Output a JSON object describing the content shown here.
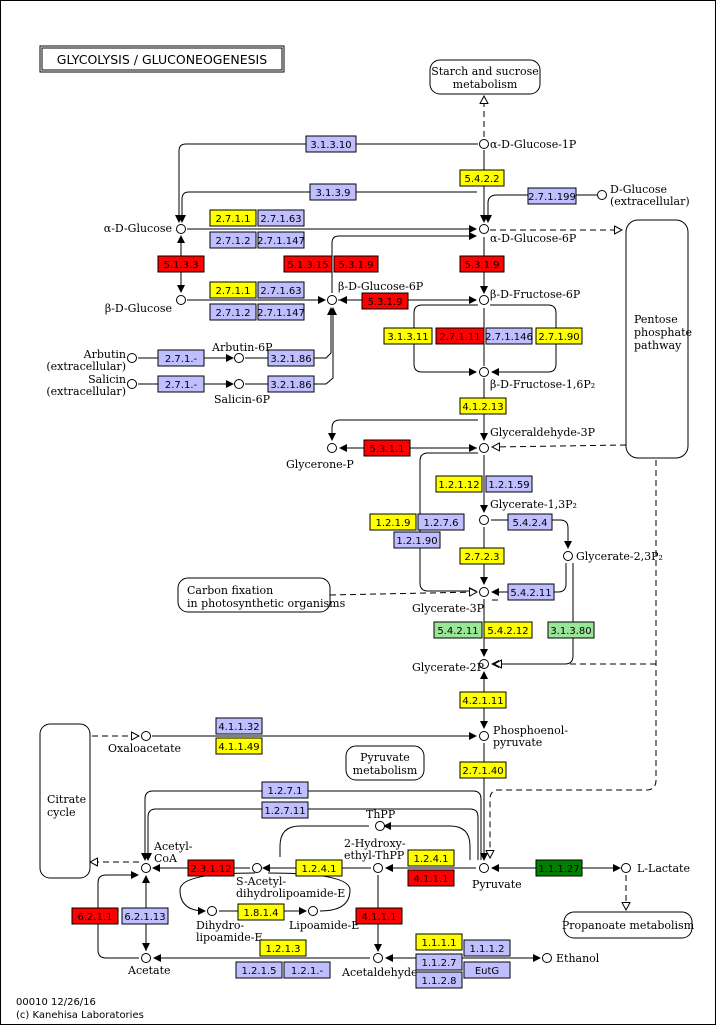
{
  "title": "GLYCOLYSIS / GLUCONEOGENESIS",
  "footer": {
    "code_date": "00010 12/26/16",
    "copyright": "(c) Kanehisa Laboratories"
  },
  "colors": {
    "blue": "#bfbfff",
    "yellow": "#ffff00",
    "red": "#ff0000",
    "light_green": "#99e699",
    "dark_green": "#008000"
  },
  "maps": {
    "starch": [
      "Starch and sucrose",
      "metabolism"
    ],
    "pentose": [
      "Pentose",
      "phosphate",
      "pathway"
    ],
    "carbon": [
      "Carbon fixation",
      "in photosynthetic organisms"
    ],
    "citrate": [
      "Citrate",
      "cycle"
    ],
    "pyruvate": [
      "Pyruvate",
      "metabolism"
    ],
    "propanoate": [
      "Propanoate metabolism"
    ]
  },
  "compounds": {
    "a_glc1p": "α-D-Glucose-1P",
    "d_glucose": [
      "D-Glucose",
      "(extracellular)"
    ],
    "a_glucose": "α-D-Glucose",
    "a_glc6p": "α-D-Glucose-6P",
    "b_glucose": "β-D-Glucose",
    "b_glc6p": "β-D-Glucose-6P",
    "b_fru6p": "β-D-Fructose-6P",
    "arbutin": [
      "Arbutin",
      "(extracellular)"
    ],
    "arbutin6p": "Arbutin-6P",
    "salicin": [
      "Salicin",
      "(extracellular)"
    ],
    "salicin6p": "Salicin-6P",
    "b_fru16p": "β-D-Fructose-1,6P₂",
    "g3p": "Glyceraldehyde-3P",
    "glyceronep": "Glycerone-P",
    "g13p": "Glycerate-1,3P₂",
    "g23p": "Glycerate-2,3P₂",
    "g3p2": "Glycerate-3P",
    "g2p": "Glycerate-2P",
    "pep": [
      "Phosphoenol-",
      "pyruvate"
    ],
    "oxaloacetate": "Oxaloacetate",
    "thpp": "ThPP",
    "hydroxyethyl": [
      "2-Hydroxy-",
      "ethyl-ThPP"
    ],
    "acetylcoa": [
      "Acetyl-",
      "CoA"
    ],
    "sacetyl": [
      "S-Acetyl-",
      "dihydrolipoamide-E"
    ],
    "pyruvate": "Pyruvate",
    "llactate": "L-Lactate",
    "dihydrolipo": [
      "Dihydro-",
      "lipoamide-E"
    ],
    "lipoamide": "Lipoamide-E",
    "acetate": "Acetate",
    "acetaldehyde": "Acetaldehyde",
    "ethanol": "Ethanol"
  },
  "enzymes": [
    {
      "label": "3.1.3.10",
      "color": "blue"
    },
    {
      "label": "5.4.2.2",
      "color": "yellow"
    },
    {
      "label": "2.7.1.199",
      "color": "blue"
    },
    {
      "label": "3.1.3.9",
      "color": "blue"
    },
    {
      "label": "2.7.1.1",
      "color": "yellow"
    },
    {
      "label": "2.7.1.63",
      "color": "blue"
    },
    {
      "label": "2.7.1.2",
      "color": "blue"
    },
    {
      "label": "2.7.1.147",
      "color": "blue"
    },
    {
      "label": "5.1.3.3",
      "color": "red"
    },
    {
      "label": "5.1.3.15",
      "color": "red"
    },
    {
      "label": "5.3.1.9",
      "color": "red"
    },
    {
      "label": "5.3.1.9",
      "color": "red"
    },
    {
      "label": "2.7.1.1",
      "color": "yellow"
    },
    {
      "label": "2.7.1.63",
      "color": "blue"
    },
    {
      "label": "2.7.1.2",
      "color": "blue"
    },
    {
      "label": "2.7.1.147",
      "color": "blue"
    },
    {
      "label": "5.3.1.9",
      "color": "red"
    },
    {
      "label": "3.1.3.11",
      "color": "yellow"
    },
    {
      "label": "2.7.1.11",
      "color": "red"
    },
    {
      "label": "2.7.1.146",
      "color": "blue"
    },
    {
      "label": "2.7.1.90",
      "color": "yellow"
    },
    {
      "label": "2.7.1.-",
      "color": "blue"
    },
    {
      "label": "3.2.1.86",
      "color": "blue"
    },
    {
      "label": "2.7.1.-",
      "color": "blue"
    },
    {
      "label": "3.2.1.86",
      "color": "blue"
    },
    {
      "label": "4.1.2.13",
      "color": "yellow"
    },
    {
      "label": "5.3.1.1",
      "color": "red"
    },
    {
      "label": "1.2.1.12",
      "color": "yellow"
    },
    {
      "label": "1.2.1.59",
      "color": "blue"
    },
    {
      "label": "1.2.1.9",
      "color": "yellow"
    },
    {
      "label": "1.2.7.6",
      "color": "blue"
    },
    {
      "label": "5.4.2.4",
      "color": "blue"
    },
    {
      "label": "1.2.1.90",
      "color": "blue"
    },
    {
      "label": "2.7.2.3",
      "color": "yellow"
    },
    {
      "label": "5.4.2.11",
      "color": "blue"
    },
    {
      "label": "5.4.2.11",
      "color": "light_green"
    },
    {
      "label": "5.4.2.12",
      "color": "yellow"
    },
    {
      "label": "3.1.3.80",
      "color": "light_green"
    },
    {
      "label": "4.2.1.11",
      "color": "yellow"
    },
    {
      "label": "4.1.1.32",
      "color": "blue"
    },
    {
      "label": "4.1.1.49",
      "color": "yellow"
    },
    {
      "label": "2.7.1.40",
      "color": "yellow"
    },
    {
      "label": "1.2.7.1",
      "color": "blue"
    },
    {
      "label": "1.2.7.11",
      "color": "blue"
    },
    {
      "label": "2.3.1.12",
      "color": "red"
    },
    {
      "label": "1.2.4.1",
      "color": "yellow"
    },
    {
      "label": "1.2.4.1",
      "color": "yellow"
    },
    {
      "label": "4.1.1.1",
      "color": "red"
    },
    {
      "label": "1.1.1.27",
      "color": "dark_green"
    },
    {
      "label": "6.2.1.1",
      "color": "red"
    },
    {
      "label": "6.2.1.13",
      "color": "blue"
    },
    {
      "label": "1.8.1.4",
      "color": "yellow"
    },
    {
      "label": "4.1.1.1",
      "color": "red"
    },
    {
      "label": "1.2.1.3",
      "color": "yellow"
    },
    {
      "label": "1.2.1.5",
      "color": "blue"
    },
    {
      "label": "1.2.1.-",
      "color": "blue"
    },
    {
      "label": "1.1.1.1",
      "color": "yellow"
    },
    {
      "label": "1.1.1.2",
      "color": "blue"
    },
    {
      "label": "1.1.2.7",
      "color": "blue"
    },
    {
      "label": "EutG",
      "color": "blue"
    },
    {
      "label": "1.1.2.8",
      "color": "blue"
    }
  ]
}
